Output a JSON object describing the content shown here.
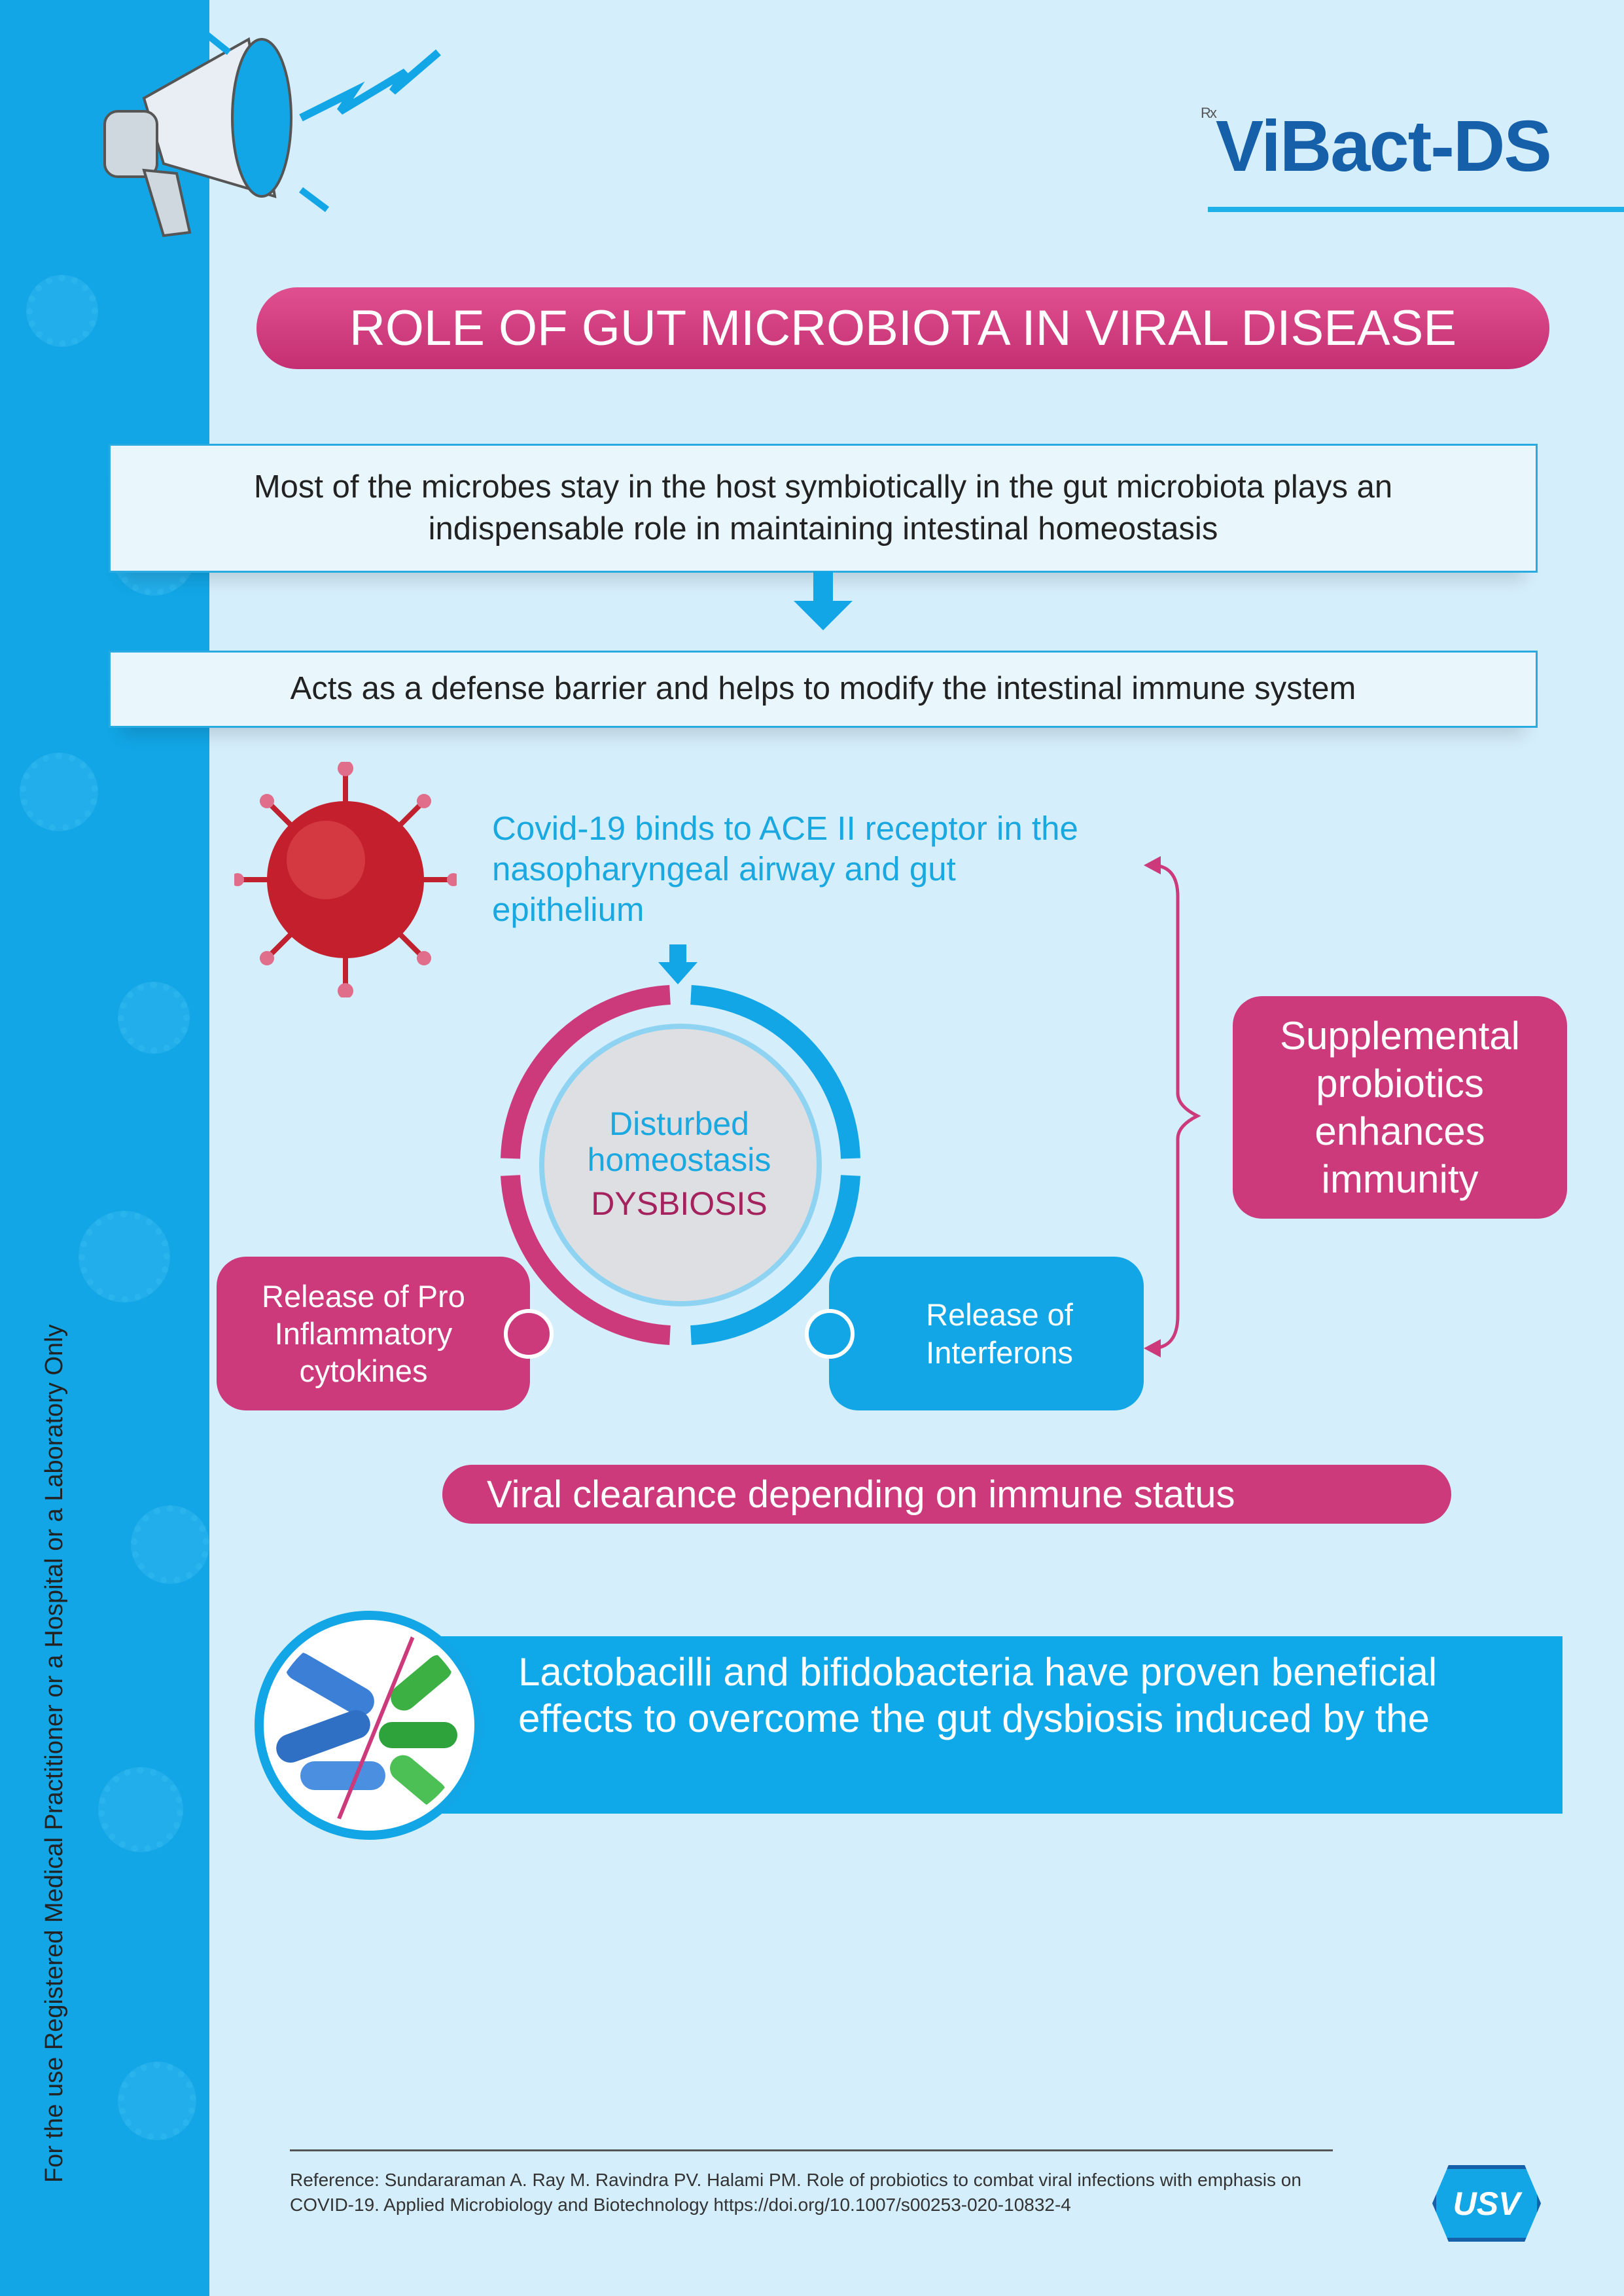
{
  "brand": {
    "logo_text": "ViBact-DS",
    "rx_mark": "Rx"
  },
  "sidebar": {
    "disclaimer": "For the use Registered Medical Practitioner or a Hospital or a Laboratory Only"
  },
  "title": "ROLE OF GUT MICROBIOTA IN VIRAL DISEASE",
  "flow": {
    "box1": "Most of the microbes stay in the host symbiotically in the gut microbiota plays an indispensable role in maintaining intestinal homeostasis",
    "box2": "Acts as a defense barrier and helps to modify the intestinal immune system"
  },
  "diagram": {
    "covid_text": "Covid-19 binds to ACE II receptor in the nasopharyngeal airway and gut epithelium",
    "center_line1": "Disturbed",
    "center_line2": "homeostasis",
    "center_line3": "DYSBIOSIS",
    "left_box": "Release of Pro Inflammatory cytokines",
    "right_box": "Release of Interferons",
    "supplement_box": "Supplemental probiotics enhances immunity",
    "viral_clearance": "Viral clearance depending on immune status"
  },
  "lacto_text": "Lactobacilli and bifidobacteria have proven beneficial effects to overcome the gut dysbiosis induced by the",
  "reference": "Reference: Sundararaman A. Ray M. Ravindra PV.  Halami PM. Role of probiotics to combat viral infections with emphasis on COVID-19. Applied Microbiology and Biotechnology https://doi.org/10.1007/s00253-020-10832-4",
  "usv_logo": "USV",
  "colors": {
    "pink": "#cc3a7c",
    "blue": "#12a6e6",
    "navy": "#1560a8",
    "bg": "#d5eefb"
  }
}
